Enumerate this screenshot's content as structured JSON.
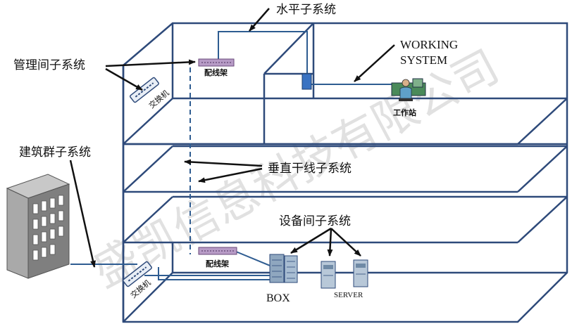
{
  "labels": {
    "horizontal_subsystem": "水平子系统",
    "working_system_line1": "WORKING",
    "working_system_line2": "SYSTEM",
    "admin_subsystem": "管理间子系统",
    "patch_panel_top": "配线架",
    "switch_top": "交换机",
    "workstation": "工作站",
    "campus_subsystem": "建筑群子系统",
    "backbone_subsystem": "垂直干线子系统",
    "equipment_subsystem": "设备间子系统",
    "patch_panel_bottom": "配线架",
    "switch_bottom": "交换机",
    "box": "BOX",
    "server": "SERVER"
  },
  "watermark": {
    "text": "盛凯信息科技有限公司"
  },
  "colors": {
    "structure_line": "#2e4a7a",
    "cable": "#2e5c91",
    "arrow": "#111111",
    "patch_panel": "#8a6a9a",
    "server_body": "#8fa7bf"
  },
  "icons": [
    "building-icon",
    "switch-icon",
    "patch-panel-icon",
    "wall-outlet-icon",
    "workstation-icon",
    "server-rack-icon",
    "server-icon"
  ]
}
